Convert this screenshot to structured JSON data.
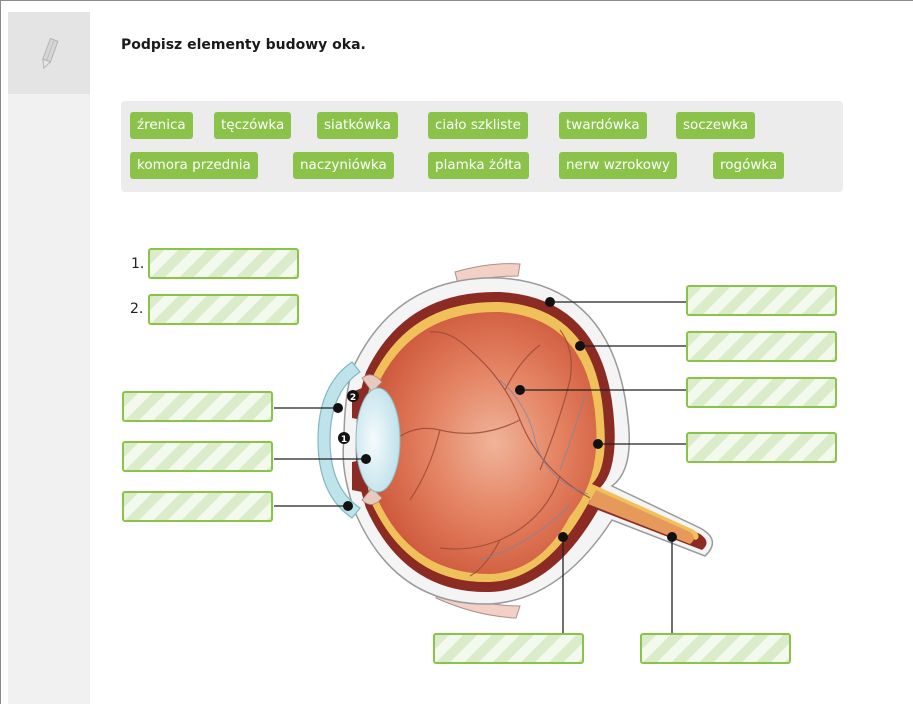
{
  "instruction": "Podpisz elementy budowy oka.",
  "icons": {
    "sidebar": "pencil-icon"
  },
  "word_bank": [
    "źrenica",
    "tęczówka",
    "siatkówka",
    "ciało szkliste",
    "twardówka",
    "soczewka",
    "komora przednia",
    "naczyniówka",
    "plamka żółta",
    "nerw wzrokowy",
    "rogówka"
  ],
  "numbered_labels": [
    "1.",
    "2."
  ],
  "diagram_markers": [
    "1",
    "2"
  ],
  "colors": {
    "chip": "#8bc34a",
    "slot_border": "#8bc34a",
    "sidebar": "#f1f1f1",
    "bank": "#ececec"
  }
}
